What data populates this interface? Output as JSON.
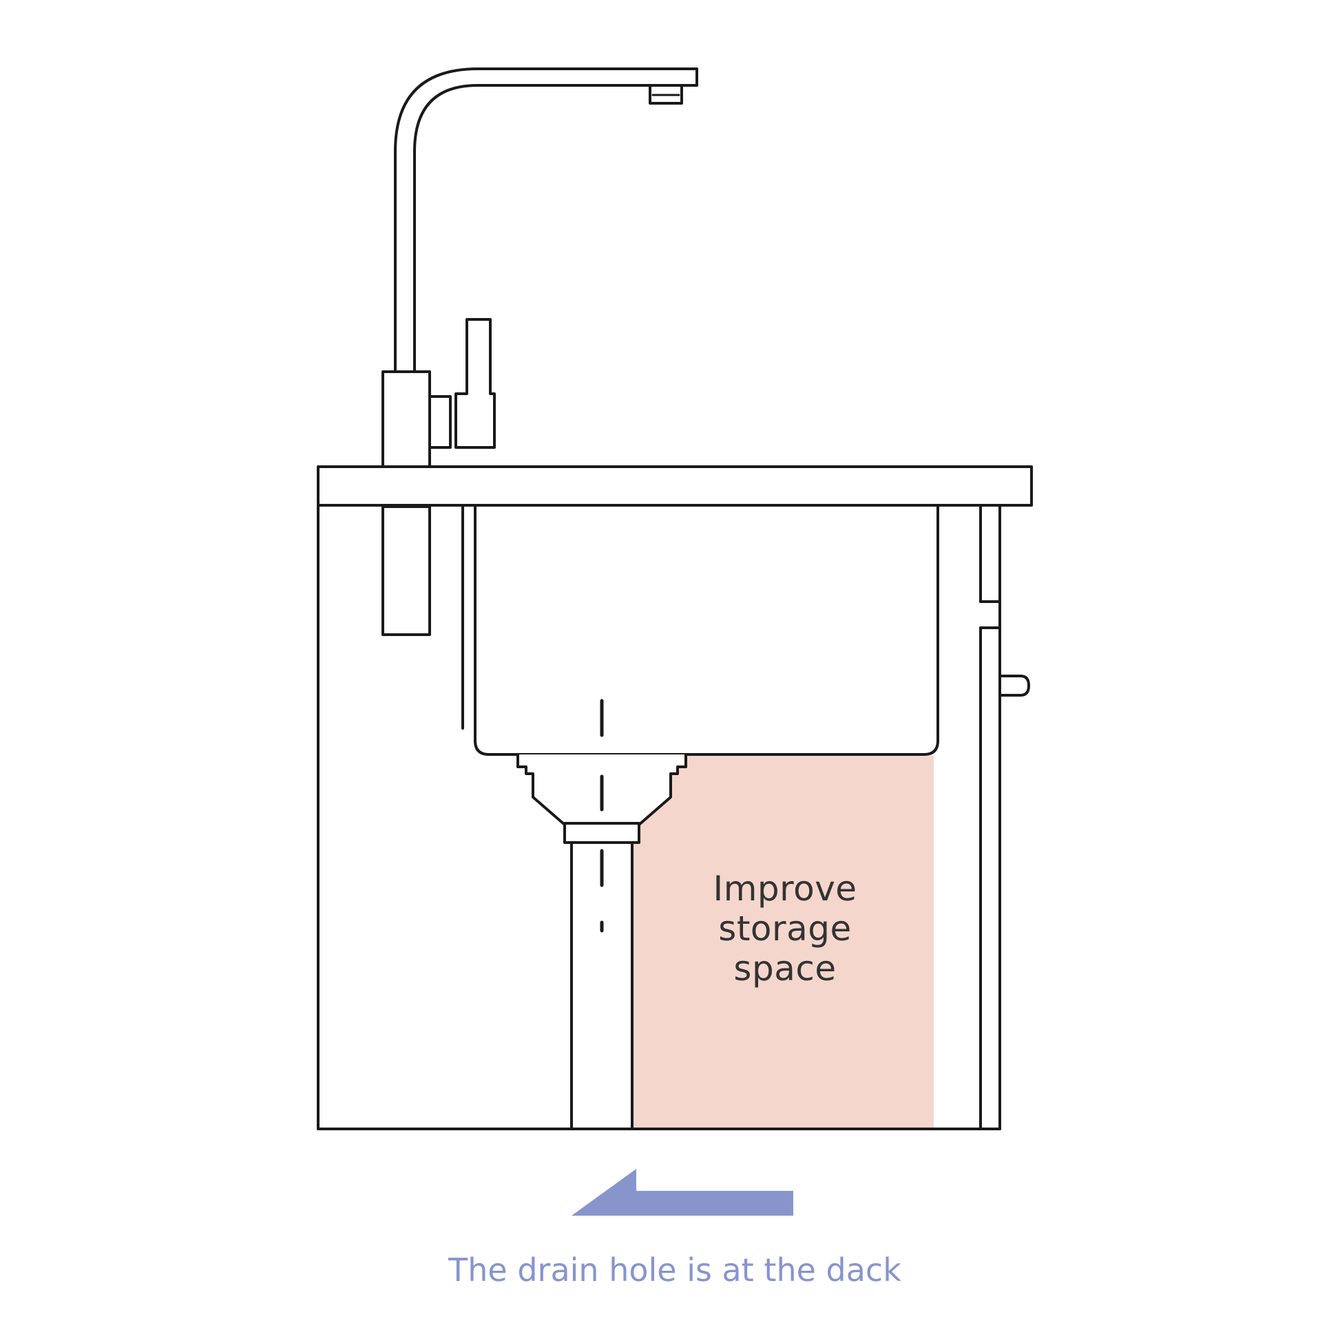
{
  "storage_area": {
    "line1": "Improve",
    "line2": "storage",
    "line3": "space",
    "fill_color": "#f4d6cd",
    "text_color": "#333333"
  },
  "caption": {
    "text": "The drain hole is at the dack",
    "color": "#8795cc"
  },
  "arrow": {
    "direction": "left",
    "color": "#8795cc"
  },
  "line_color": "#1a1a1a"
}
